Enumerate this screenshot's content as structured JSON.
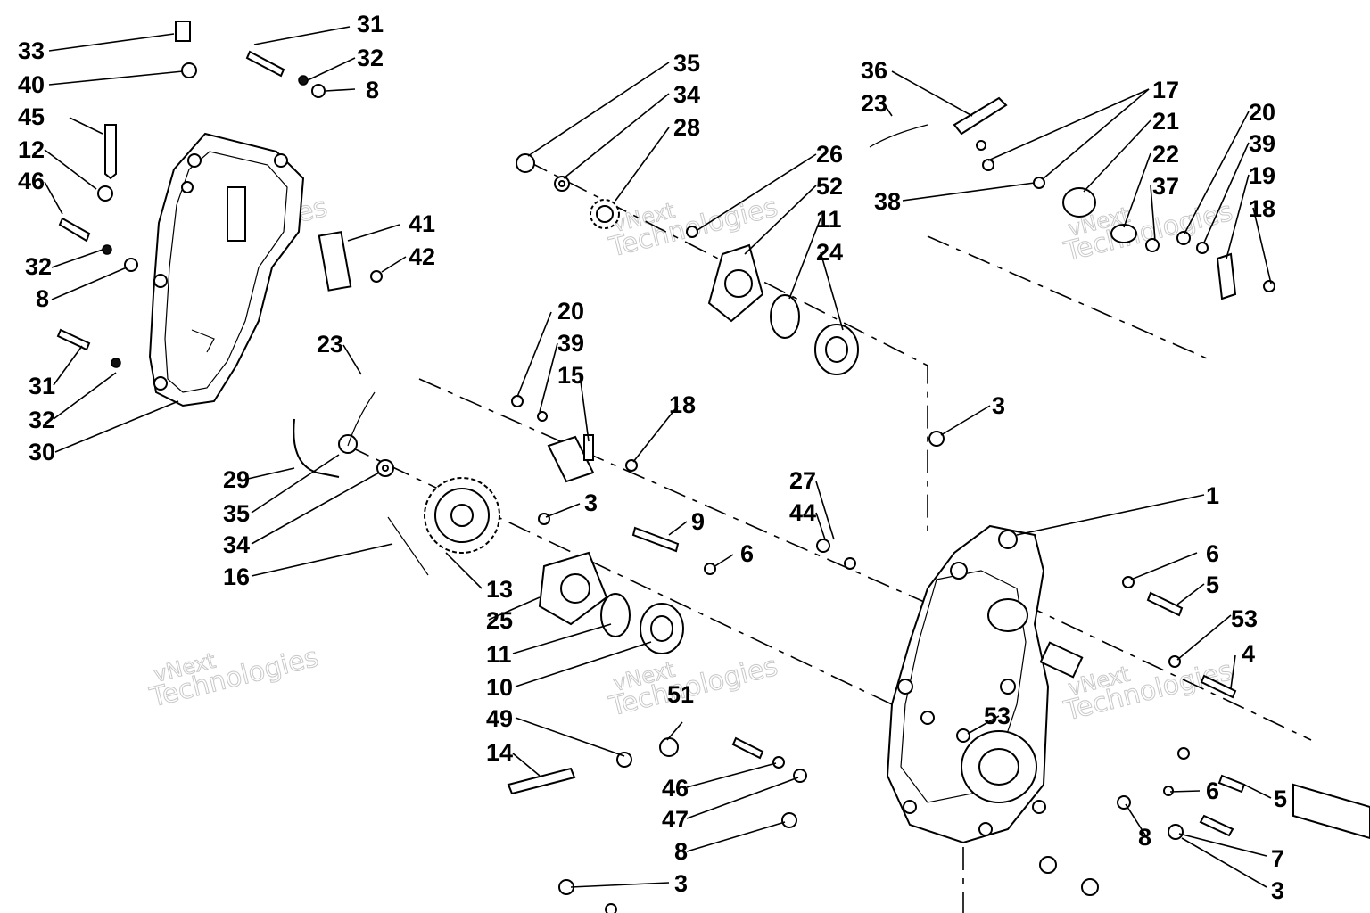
{
  "watermark": {
    "line1": "vNext",
    "line2": "Technologies"
  },
  "callouts": [
    "33",
    "40",
    "45",
    "12",
    "46",
    "32",
    "8",
    "31",
    "32",
    "30",
    "31",
    "32",
    "8",
    "41",
    "42",
    "23",
    "29",
    "35",
    "34",
    "16",
    "13",
    "25",
    "11",
    "10",
    "20",
    "39",
    "15",
    "18",
    "3",
    "9",
    "6",
    "35",
    "34",
    "28",
    "26",
    "52",
    "11",
    "24",
    "36",
    "23",
    "17",
    "21",
    "22",
    "37",
    "38",
    "20",
    "39",
    "19",
    "18",
    "3",
    "1",
    "27",
    "44",
    "6",
    "5",
    "53",
    "4",
    "51",
    "49",
    "14",
    "46",
    "47",
    "8",
    "3",
    "53",
    "6",
    "5",
    "8",
    "7",
    "3"
  ]
}
